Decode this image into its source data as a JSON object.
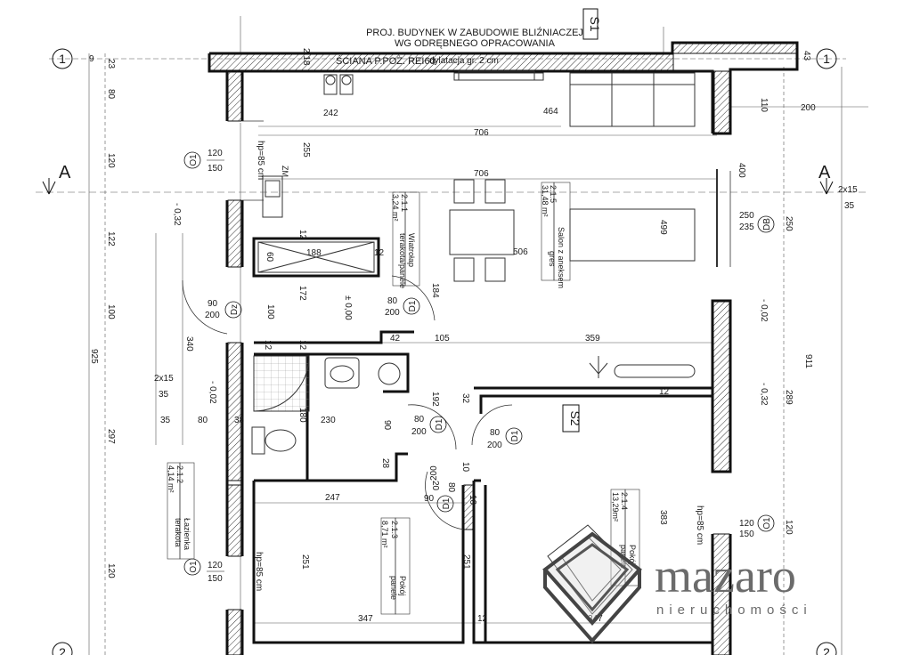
{
  "header": {
    "line1": "PROJ. BUDYNEK W ZABUDOWIE BLIŹNIACZEJ",
    "line2": "WG ODRĘBNEGO OPRACOWANIA",
    "wall_note": "ŚCIANA P.POŻ. REI60",
    "expansion_note": "dylatacja gr. 2 cm"
  },
  "sections": {
    "s1": "S1",
    "s2": "S2",
    "a_left": "A",
    "a_right": "A"
  },
  "grid_axes": {
    "axis_1_left": "1",
    "axis_1_right": "1",
    "axis_2_left": "2",
    "axis_2_right": "2"
  },
  "rooms": [
    {
      "id": "2.1.1",
      "area": "3,24 m²",
      "name": "Wiatrołap",
      "floor": "terakota/panele"
    },
    {
      "id": "2.1.5",
      "area": "31,48 m²",
      "name": "Salon z aneksem",
      "floor": "gres"
    },
    {
      "id": "2.1.2",
      "area": "4,14 m²",
      "name": "Łazienka",
      "floor": "terakota"
    },
    {
      "id": "2.1.3",
      "area": "8,71 m²",
      "name": "Pokój",
      "floor": "panele"
    },
    {
      "id": "2.1.4",
      "area": "13,29m²",
      "name": "Pokój",
      "floor": "panele"
    }
  ],
  "openings": {
    "window_o1_top": {
      "code": "O1",
      "w": "120",
      "h": "150"
    },
    "window_o1_bottom_left": {
      "code": "O1",
      "w": "120",
      "h": "150"
    },
    "window_o1_right": {
      "code": "O1",
      "w": "120",
      "h": "150"
    },
    "door_db": {
      "code": "DB",
      "w": "250",
      "h": "235"
    },
    "door_dz": {
      "code": "Dz",
      "w": "90",
      "h": "200"
    },
    "door_d1_hall": {
      "code": "D1",
      "w": "80",
      "h": "200"
    },
    "door_d1_bath": {
      "code": "D1",
      "w": "80",
      "h": "200"
    },
    "door_d1_room": {
      "code": "D1",
      "w": "80",
      "h": "200"
    },
    "door_d1_small": {
      "code": "D1",
      "w": "90",
      "h": "200"
    }
  },
  "labels": {
    "hp_top": "hp=85 cm",
    "hp_left": "hp=85 cm",
    "hp_right": "hp=85 cm",
    "zm": "ZM",
    "level_zero": "± 0,00",
    "lvl_m032_left": "- 0,32",
    "lvl_m002_left": "- 0,02",
    "lvl_m002_right": "- 0,02",
    "lvl_m032_right": "- 0,32",
    "step_left": "2x15",
    "step_left_h": "35",
    "step_right": "2x15",
    "step_right_h": "35"
  },
  "dimensions": {
    "d_9": "9",
    "d_23": "23",
    "d_80": "80",
    "d_120a": "120",
    "d_122": "122",
    "d_100a": "100",
    "d_925": "925",
    "d_297": "297",
    "d_120b": "120",
    "d_218": "2.18",
    "d_255": "255",
    "d_242": "242",
    "d_464": "464",
    "d_706a": "706",
    "d_706b": "706",
    "d_43": "43",
    "d_110": "110",
    "d_200": "200",
    "d_400": "400",
    "d_250": "250",
    "d_911": "911",
    "d_289": "289",
    "d_120c": "120",
    "d_188": "188",
    "d_12a": "12",
    "d_12b": "12",
    "d_60": "60",
    "d_172": "172",
    "d_184": "184",
    "d_100b": "100",
    "d_340": "340",
    "d_506": "506",
    "d_499": "499",
    "d_42": "42",
    "d_105": "105",
    "d_359": "359",
    "d_12c": "12",
    "d_12d": "12",
    "d_180": "180",
    "d_230": "230",
    "d_38": "38",
    "d_35": "35",
    "d_80b": "80",
    "d_90a": "90",
    "d_192": "192",
    "d_32": "32",
    "d_28": "28",
    "d_247": "247",
    "d_10a": "10",
    "d_10b": "10",
    "d_20": "20",
    "d_80c": "80",
    "d_251a": "251",
    "d_251b": "251",
    "d_383": "383",
    "d_347a": "347",
    "d_347b": "347",
    "d_12e": "12",
    "d_12f": "12"
  },
  "watermark": {
    "brand": "mazaro",
    "tagline": "nieruchomości"
  }
}
